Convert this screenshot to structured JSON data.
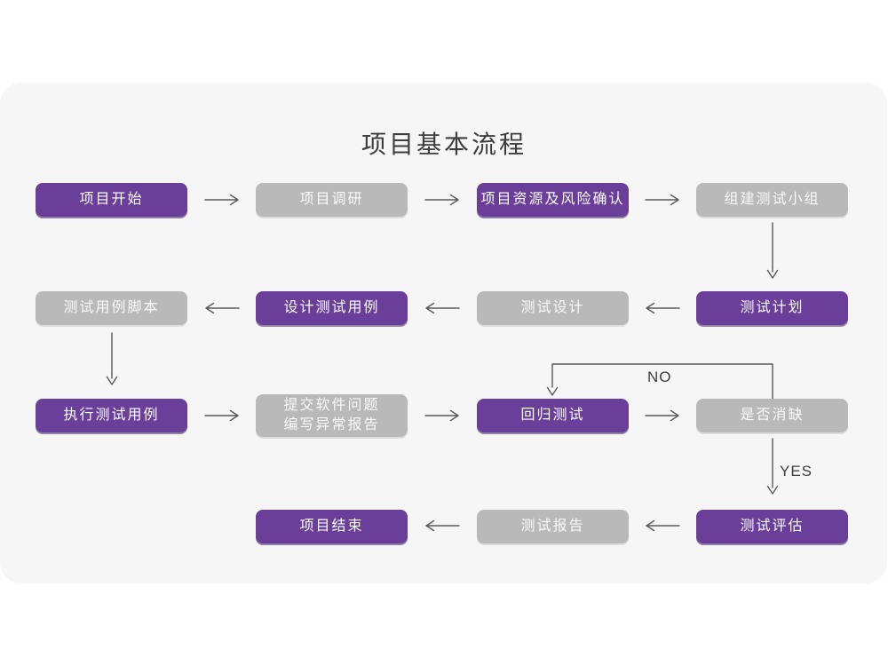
{
  "title": "项目基本流程",
  "colors": {
    "purple": "#6a3f99",
    "purple_edge": "#56307f",
    "gray": "#b9b9b9",
    "panel": "#f6f6f6",
    "background": "#ffffff",
    "arrow": "#595959",
    "title_color": "#3d3d3d",
    "box_text": "#fdfdfe"
  },
  "nodes": [
    {
      "label": "项目开始",
      "variant": "purple"
    },
    {
      "label": "项目调研",
      "variant": "gray"
    },
    {
      "label": "项目资源及风险确认",
      "variant": "purple"
    },
    {
      "label": "组建测试小组",
      "variant": "gray"
    },
    {
      "label": "测试用例脚本",
      "variant": "gray"
    },
    {
      "label": "设计测试用例",
      "variant": "purple"
    },
    {
      "label": "测试设计",
      "variant": "gray"
    },
    {
      "label": "测试计划",
      "variant": "purple"
    },
    {
      "label": "执行测试用例",
      "variant": "purple"
    },
    {
      "label": "提交软件问题\n编写异常报告",
      "variant": "gray"
    },
    {
      "label": "回归测试",
      "variant": "purple"
    },
    {
      "label": "是否消缺",
      "variant": "gray"
    },
    {
      "label": "项目结束",
      "variant": "purple"
    },
    {
      "label": "测试报告",
      "variant": "gray"
    },
    {
      "label": "测试评估",
      "variant": "purple"
    }
  ],
  "labels": {
    "no": "NO",
    "yes": "YES"
  },
  "edges": [
    {
      "from": "项目开始",
      "to": "项目调研"
    },
    {
      "from": "项目调研",
      "to": "项目资源及风险确认"
    },
    {
      "from": "项目资源及风险确认",
      "to": "组建测试小组"
    },
    {
      "from": "组建测试小组",
      "to": "测试计划"
    },
    {
      "from": "测试计划",
      "to": "测试设计"
    },
    {
      "from": "测试设计",
      "to": "设计测试用例"
    },
    {
      "from": "设计测试用例",
      "to": "测试用例脚本"
    },
    {
      "from": "测试用例脚本",
      "to": "执行测试用例"
    },
    {
      "from": "执行测试用例",
      "to": "提交软件问题 编写异常报告"
    },
    {
      "from": "提交软件问题 编写异常报告",
      "to": "回归测试"
    },
    {
      "from": "回归测试",
      "to": "是否消缺"
    },
    {
      "from": "是否消缺",
      "to": "回归测试",
      "label": "NO"
    },
    {
      "from": "是否消缺",
      "to": "测试评估",
      "label": "YES"
    },
    {
      "from": "测试评估",
      "to": "测试报告"
    },
    {
      "from": "测试报告",
      "to": "项目结束"
    }
  ]
}
